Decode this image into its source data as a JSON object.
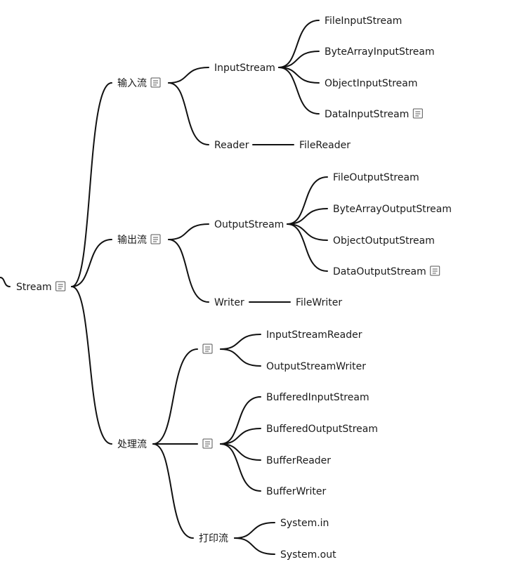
{
  "diagram": {
    "type": "mind-map",
    "root": {
      "label": "Stream",
      "has_note": true,
      "children": [
        {
          "label": "输入流",
          "has_note": true,
          "children": [
            {
              "label": "InputStream",
              "children": [
                {
                  "label": "FileInputStream"
                },
                {
                  "label": "ByteArrayInputStream"
                },
                {
                  "label": "ObjectInputStream"
                },
                {
                  "label": "DataInputStream",
                  "has_note": true
                }
              ]
            },
            {
              "label": "Reader",
              "children": [
                {
                  "label": "FileReader"
                }
              ]
            }
          ]
        },
        {
          "label": "输出流",
          "has_note": true,
          "children": [
            {
              "label": "OutputStream",
              "children": [
                {
                  "label": "FileOutputStream"
                },
                {
                  "label": "ByteArrayOutputStream"
                },
                {
                  "label": "ObjectOutputStream"
                },
                {
                  "label": "DataOutputStream",
                  "has_note": true
                }
              ]
            },
            {
              "label": "Writer",
              "children": [
                {
                  "label": "FileWriter"
                }
              ]
            }
          ]
        },
        {
          "label": "处理流",
          "children": [
            {
              "label": "",
              "has_note": true,
              "children": [
                {
                  "label": "InputStreamReader"
                },
                {
                  "label": "OutputStreamWriter"
                }
              ]
            },
            {
              "label": "",
              "has_note": true,
              "children": [
                {
                  "label": "BufferedInputStream"
                },
                {
                  "label": "BufferedOutputStream"
                },
                {
                  "label": "BufferReader"
                },
                {
                  "label": "BufferWriter"
                }
              ]
            },
            {
              "label": "打印流",
              "children": [
                {
                  "label": "System.in"
                },
                {
                  "label": "System.out"
                }
              ]
            }
          ]
        }
      ]
    }
  }
}
